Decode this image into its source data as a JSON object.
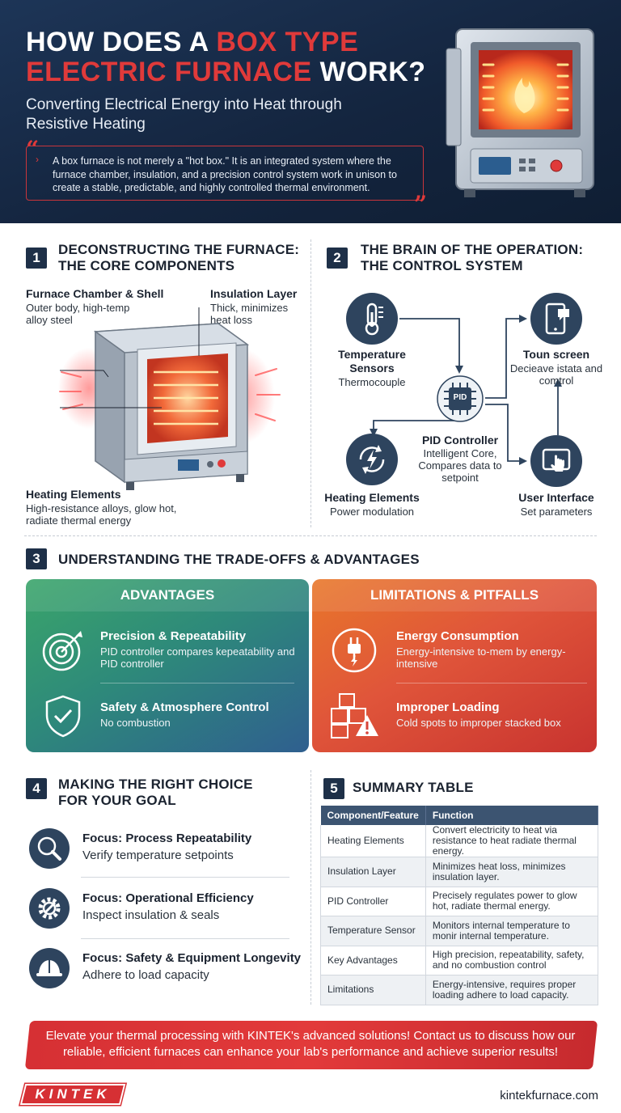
{
  "header": {
    "title_line1_a": "HOW DOES A ",
    "title_line1_b": "BOX TYPE",
    "title_line2_a": "ELECTRIC FURNACE",
    "title_line2_b": " WORK?",
    "subtitle": "Converting Electrical Energy into Heat through Resistive Heating",
    "quote": "A box furnace is not merely a \"hot box.\" It is an integrated system where the furnace chamber, insulation, and a precision control system work in unison to create a stable, predictable, and highly controlled thermal environment."
  },
  "section1": {
    "number": "1",
    "title": "DECONSTRUCTING THE FURNACE: THE CORE COMPONENTS",
    "chamber_title": "Furnace Chamber & Shell",
    "chamber_text": "Outer body, high-temp alloy steel",
    "insulation_title": "Insulation Layer",
    "insulation_text": "Thick, minimizes heat loss",
    "heating_title": "Heating Elements",
    "heating_text": "High-resistance alloys, glow hot, radiate thermal energy"
  },
  "section2": {
    "number": "2",
    "title": "THE BRAIN OF THE OPERATION: THE CONTROL SYSTEM",
    "sensors_title": "Temperature Sensors",
    "sensors_text": "Thermocouple",
    "touch_title": "Toun screen",
    "touch_text": "Decieave istata and comtrol",
    "pid_chip": "PID",
    "pid_title": "PID Controller",
    "pid_text": "Intelligent Core, Compares data to setpoint",
    "heating_title": "Heating Elements",
    "heating_text": "Power modulation",
    "ui_title": "User Interface",
    "ui_text": "Set parameters"
  },
  "section3": {
    "number": "3",
    "title": "UNDERSTANDING THE TRADE-OFFS & ADVANTAGES",
    "advantages": {
      "heading": "ADVANTAGES",
      "items": [
        {
          "title": "Precision & Repeatability",
          "text": "PID controller compares kepeatability and PID controller"
        },
        {
          "title": "Safety & Atmosphere Control",
          "text": "No combustion"
        }
      ]
    },
    "limitations": {
      "heading": "LIMITATIONS & PITFALLS",
      "items": [
        {
          "title": "Energy Consumption",
          "text": "Energy-intensive to-mem by energy-intensive"
        },
        {
          "title": "Improper Loading",
          "text": "Cold spots to improper stacked box"
        }
      ]
    }
  },
  "section4": {
    "number": "4",
    "title": "MAKING THE RIGHT CHOICE FOR YOUR GOAL",
    "items": [
      {
        "title": "Focus: Process Repeatability",
        "text": "Verify temperature setpoints"
      },
      {
        "title": "Focus: Operational Efficiency",
        "text": "Inspect insulation & seals"
      },
      {
        "title": "Focus: Safety & Equipment Longevity",
        "text": "Adhere to load capacity"
      }
    ]
  },
  "section5": {
    "number": "5",
    "title": "SUMMARY TABLE",
    "columns": [
      "Component/Feature",
      "Function"
    ],
    "rows": [
      [
        "Heating Elements",
        "Convert electricity to heat via resistance to heat radiate thermal energy."
      ],
      [
        "Insulation Layer",
        "Minimizes heat loss, minimizes insulation layer."
      ],
      [
        "PID Controller",
        "Precisely regulates power to glow hot, radiate thermal energy."
      ],
      [
        "Temperature Sensor",
        "Monitors internal temperature to monir internal temperature."
      ],
      [
        "Key Advantages",
        "High precision, repeatability, safety, and no combustion control"
      ],
      [
        "Limitations",
        "Energy-intensive, requires proper loading adhere to load capacity."
      ]
    ]
  },
  "cta": {
    "text": "Elevate your thermal processing with KINTEK's advanced solutions! Contact us to discuss how our reliable, efficient furnaces can enhance your lab's performance and achieve superior results!"
  },
  "footer": {
    "logo": "KINTEK",
    "website": "kintekfurnace.com"
  },
  "colors": {
    "navy": "#1e3048",
    "accent_red": "#e03a3a",
    "icon_circle": "#2e445e",
    "advantages_green": "#3aa56a",
    "limitations_orange": "#e8772a"
  }
}
